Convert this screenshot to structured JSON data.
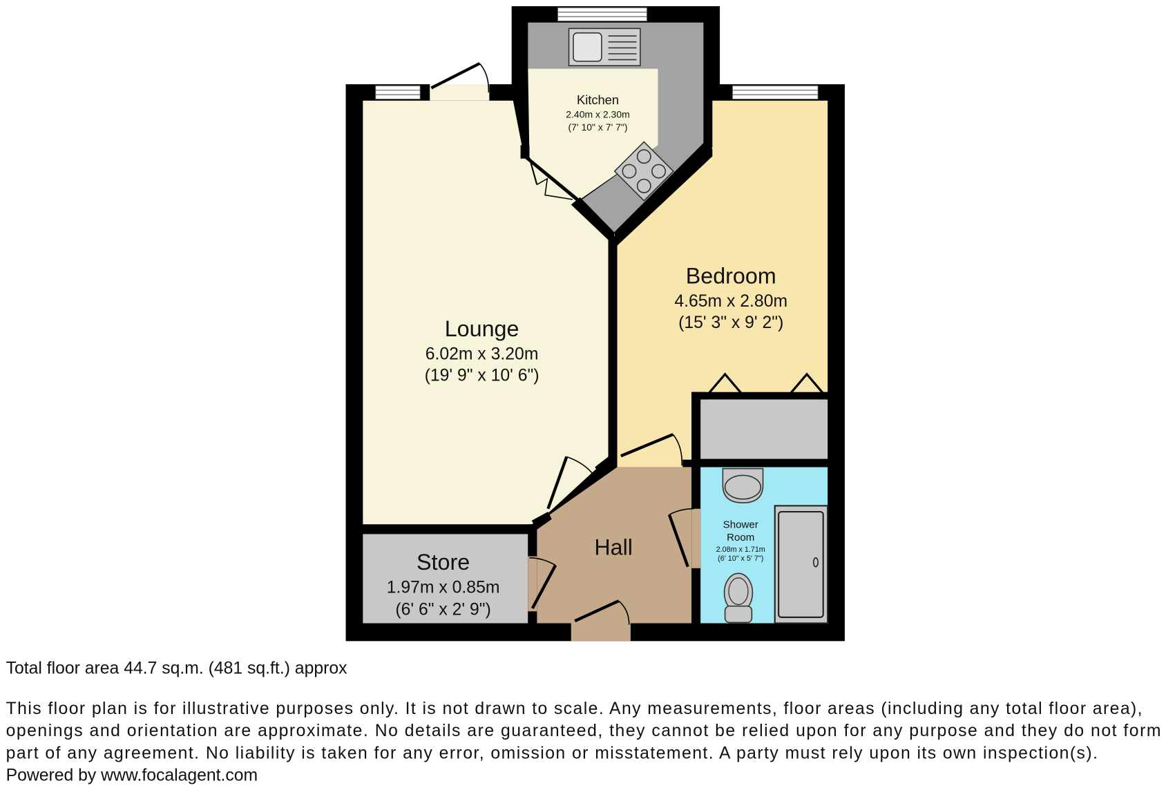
{
  "rooms": {
    "lounge": {
      "name": "Lounge",
      "metric": "6.02m x 3.20m",
      "imperial": "(19' 9\" x 10' 6\")"
    },
    "kitchen": {
      "name": "Kitchen",
      "metric": "2.40m x 2.30m",
      "imperial": "(7' 10\" x 7' 7\")"
    },
    "bedroom": {
      "name": "Bedroom",
      "metric": "4.65m x 2.80m",
      "imperial": "(15' 3\" x 9' 2\")"
    },
    "hall": {
      "name": "Hall"
    },
    "store": {
      "name": "Store",
      "metric": "1.97m x 0.85m",
      "imperial": "(6' 6\" x 2' 9\")"
    },
    "shower": {
      "name_line1": "Shower",
      "name_line2": "Room",
      "metric": "2.08m x 1.71m",
      "imperial": "(6' 10\" x 5' 7\")"
    }
  },
  "colors": {
    "wall": "#000000",
    "lounge": "#f8f4dc",
    "kitchen": "#f8f4dc",
    "counter": "#a3a3a3",
    "bedroom": "#f8e6ae",
    "hall": "#c5a98b",
    "store": "#c8c8c8",
    "shower": "#a2e8f5"
  },
  "footer": {
    "total_area": "Total floor area 44.7 sq.m. (481 sq.ft.) approx",
    "disclaimer": [
      "This floor plan is for illustrative purposes only. It is not drawn to scale. Any measurements, floor areas (including any total floor area),",
      "openings and orientation are approximate. No details are guaranteed, they cannot be relied upon for any purpose and they do not form",
      "part of any agreement. No liability is taken for any error, omission or misstatement. A party must rely upon its own inspection(s)."
    ],
    "powered_by": "Powered by www.focalagent.com"
  }
}
